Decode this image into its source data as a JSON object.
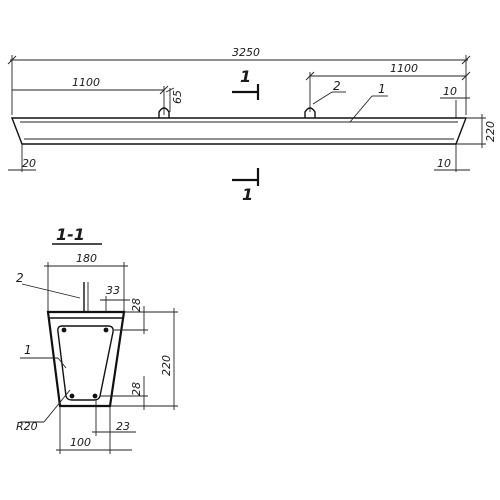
{
  "elevation": {
    "overall_length": "3250",
    "left_loop_offset": "1100",
    "right_loop_offset": "1100",
    "loop_height": "65",
    "end_left_offset": "20",
    "end_right_top": "10",
    "end_right_bottom": "10",
    "beam_height": "220",
    "callout_rebar": "1",
    "callout_loop": "2",
    "cut_mark_top": "1",
    "cut_mark_bottom": "1"
  },
  "section": {
    "title": "1-1",
    "top_width": "180",
    "bottom_width": "100",
    "height": "220",
    "cover_top_right": "33",
    "cover_top": "28",
    "cover_bottom": "28",
    "cover_bottom_right": "23",
    "corner_radius": "R20",
    "callout_loop": "2",
    "callout_rebar": "1"
  }
}
